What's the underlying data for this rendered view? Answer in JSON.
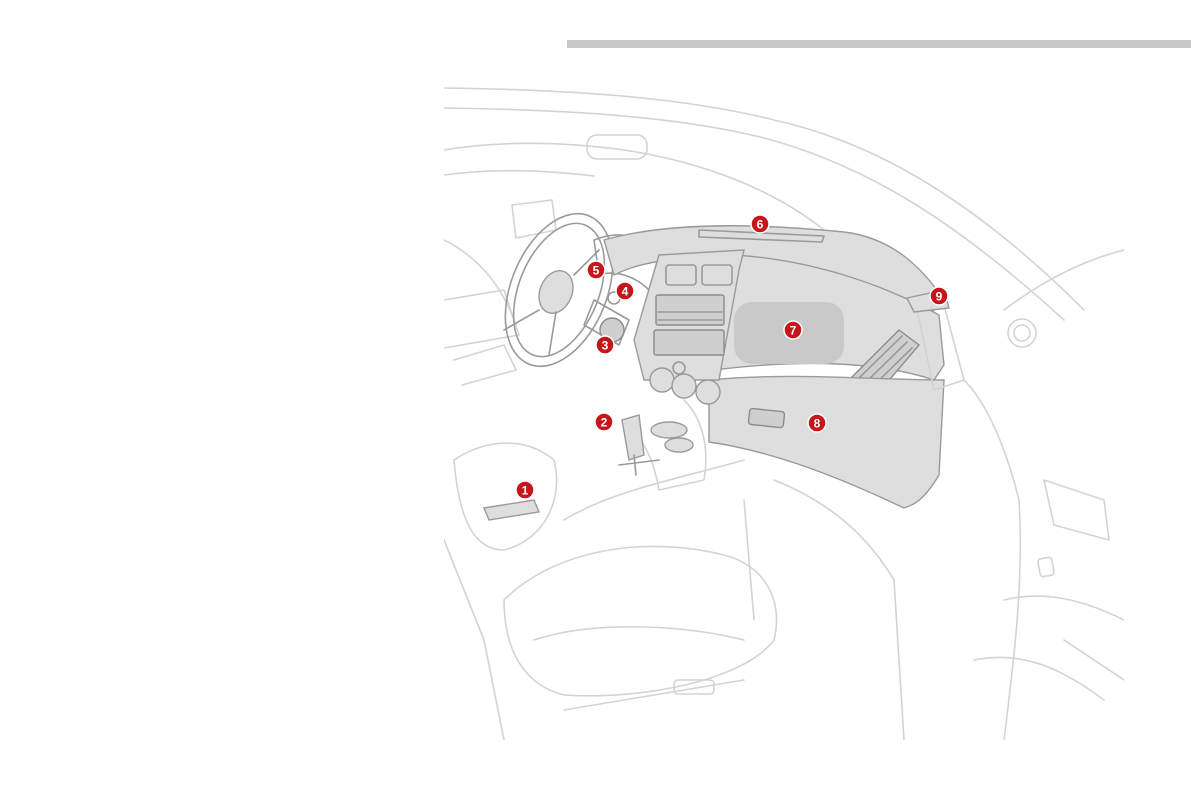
{
  "callouts": [
    {
      "id": "marker-1",
      "label": "1"
    },
    {
      "id": "marker-2",
      "label": "2"
    },
    {
      "id": "marker-3",
      "label": "3"
    },
    {
      "id": "marker-4",
      "label": "4"
    },
    {
      "id": "marker-5",
      "label": "5"
    },
    {
      "id": "marker-6",
      "label": "6"
    },
    {
      "id": "marker-7",
      "label": "7"
    },
    {
      "id": "marker-8",
      "label": "8"
    },
    {
      "id": "marker-9",
      "label": "9"
    }
  ],
  "colors": {
    "marker": "#c4161c",
    "header_rule": "#c8c8c8",
    "line_art": "#d3d3d3"
  }
}
